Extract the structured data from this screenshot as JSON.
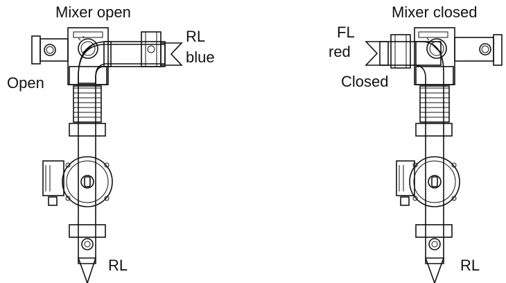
{
  "left": {
    "title": "Mixer open",
    "flow_label_line1": "RL",
    "flow_label_line2": "blue",
    "state_label": "Open",
    "bottom_label": "RL"
  },
  "right": {
    "title": "Mixer closed",
    "flow_label_line1": "FL",
    "flow_label_line2": "red",
    "state_label": "Closed",
    "bottom_label": "RL"
  },
  "colors": {
    "blue": "#1a5fb4",
    "red": "#e8111d",
    "magenta": "#a0127a",
    "purple": "#8a1aa0",
    "outline": "#111111"
  }
}
